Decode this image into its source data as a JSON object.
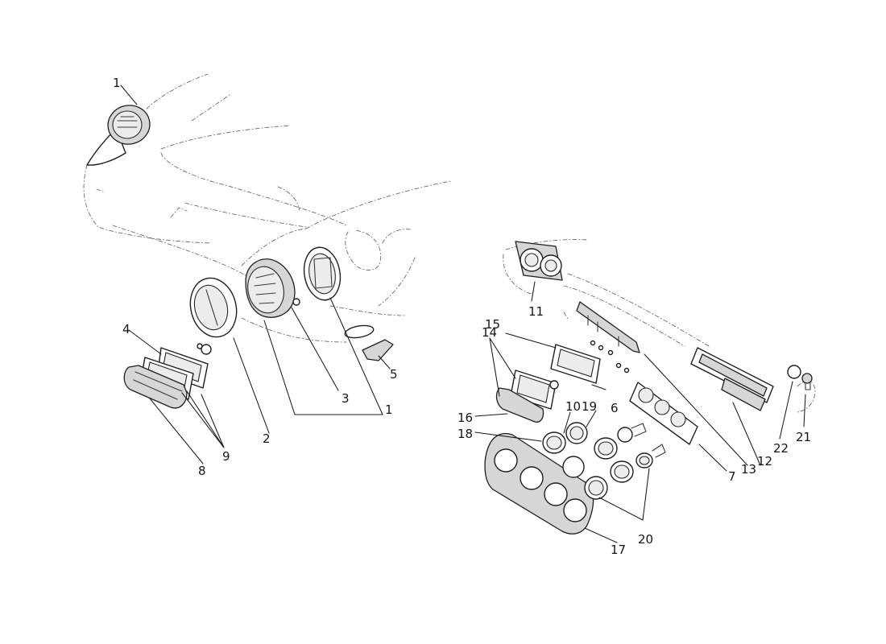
{
  "callouts": {
    "c1a": "1",
    "c1b": "1",
    "c2": "2",
    "c3": "3",
    "c4": "4",
    "c5": "5",
    "c6": "6",
    "c7": "7",
    "c8": "8",
    "c9": "9",
    "c10": "10",
    "c11": "11",
    "c12": "12",
    "c13": "13",
    "c14": "14",
    "c15": "15",
    "c16": "16",
    "c17": "17",
    "c18": "18",
    "c19": "19",
    "c20": "20",
    "c21": "21",
    "c22": "22"
  },
  "colors": {
    "ink": "#1e1e1e",
    "body_outline": "#6a6a6a",
    "paper": "#ffffff"
  }
}
